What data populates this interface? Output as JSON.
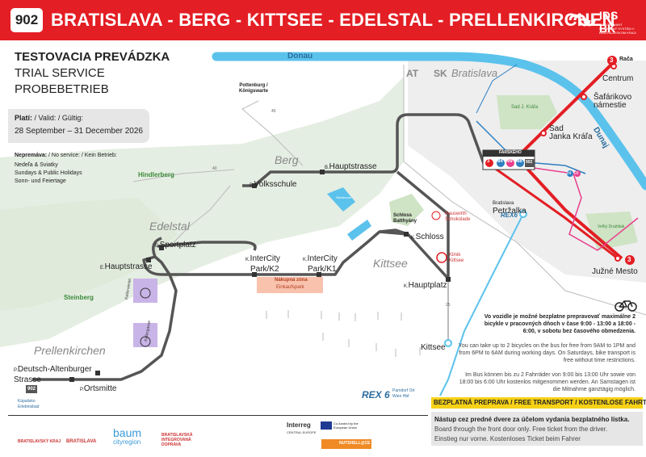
{
  "route_number": "902",
  "route_title": "BRATISLAVA - BERG - KITTSEE - EDELSTAL - PRELLENKIRCHEN",
  "brand": {
    "name": "IDS BK",
    "subtitle": "INTEGROVANÝ DOPRAVNÝ SYSTÉM V BRATISLAVSKOM KRAJI"
  },
  "service_titles": [
    "TESTOVACIA PREVÁDZKA",
    "TRIAL SERVICE",
    "PROBEBETRIEB"
  ],
  "validity": {
    "label": "Platí:",
    "label_rest": " / Valid: / Gültig:",
    "dates": "28 September – 31 December 2026"
  },
  "no_service": {
    "label": "Nepremáva:",
    "label_rest": " / No service: / Kein Betrieb:",
    "lines": [
      "Nedeľa & Sviatky",
      "Sundays & Public Holidays",
      "Sonn- und Feiertage"
    ]
  },
  "map": {
    "river": "Donau",
    "river2": "Dunaj",
    "border_at": "AT",
    "border_sk": "SK",
    "city": "Bratislava",
    "towns": {
      "berg": "Berg",
      "edelstal": "Edelstal",
      "kittsee": "Kittsee",
      "prellenkirchen": "Prellenkirchen"
    },
    "places": {
      "pottenburg": "Pottenburg / Königswarte",
      "hindlerberg": "Hindlerberg",
      "steinberg": "Steinberg",
      "schloss_batthyany": "Schloss Batthyány",
      "hauswirth": "Hauswirth Schokolade",
      "klinik": "Klinik Kittsee",
      "nakupna_zona": "Nákupná zóna",
      "einkaufspark": "Einkaufspark",
      "sad_kral": "Sad J. Kráľa",
      "velky_drazdiak": "Veľký Draždiak",
      "kupalisko": "Kúpalisko",
      "erlebnisbad": "Erlebnisbad",
      "kellergasse1": "Kellerviertel",
      "kellergasse2": "Kellergasse",
      "steinbruch": "Steinbruch"
    },
    "heights": {
      "h1": "45",
      "h2": "40",
      "h3": "25"
    },
    "stops": {
      "hauptstrasse_berg": {
        "prefix": "B.",
        "name": "Hauptstrasse"
      },
      "volksschule": {
        "prefix": "B.",
        "name": "Volksschule"
      },
      "sportplatz": {
        "prefix": "E.",
        "name": "Sportplatz"
      },
      "hauptstrasse_edelstal": {
        "prefix": "E.",
        "name": "Hauptstrasse"
      },
      "intercity_k2": {
        "prefix": "K.",
        "name": "InterCity",
        "name2": "Park/K2"
      },
      "intercity_k1": {
        "prefix": "K.",
        "name": "InterCity",
        "name2": "Park/K1"
      },
      "schloss": {
        "prefix": "K.",
        "name": "Schloss"
      },
      "hauptplatz": {
        "prefix": "K.",
        "name": "Hauptplatz"
      },
      "kittsee": {
        "name": "Kittsee"
      },
      "deutsch_altenburger": {
        "prefix": "P.",
        "name": "Deutsch-Altenburger",
        "name2": "Strasse"
      },
      "ortsmitte": {
        "prefix": "P.",
        "name": "Ortsmitte"
      },
      "petrzalka": {
        "name": "Bratislava",
        "name2": "Petržalka"
      },
      "centrum": {
        "name": "Centrum"
      },
      "safarikovo": {
        "name": "Šafárikovo",
        "name2": "námestie"
      },
      "sad_janka": {
        "name": "Sad",
        "name2": "Janka Kráľa"
      },
      "juzne_mesto": {
        "name": "Južné Mesto"
      },
      "raca": {
        "name": "Rača"
      },
      "farskeho": {
        "name": "FARSKÉHO"
      }
    },
    "line_badges": [
      "3",
      "84",
      "99",
      "88",
      "902"
    ],
    "side_badges": [
      "84",
      "99"
    ],
    "tram": "3",
    "rex": {
      "name": "REX",
      "num": "6",
      "dest1": "Parndorf Ort",
      "dest2": "Wien Hbf"
    },
    "route_badge_small": "902"
  },
  "bikes": {
    "sk": "Vo vozidle je možné bezplatne prepravovať maximálne 2 bicykle v pracovných dňoch v čase 9:00 - 13:00 a 18:00 - 6:00, v sobotu bez časového obmedzenia.",
    "en": "You can take up to 2 bicycles on the bus for free from 9AM to 1PM and from 6PM to 6AM during working days. On Saturdays, bike transport is free without time restrictions.",
    "de": "Im Bus können bis zu 2 Fahrräder von 9:00 bis 13:00 Uhr sowie von 18:00 bis 6:00 Uhr kostenlos mitgenommen werden. An Samstagen ist die Mitnahme ganztägig möglich."
  },
  "free": {
    "heading": "BEZPLATNÁ PREPRAVA / FREE TRANSPORT / KOSTENLOSE FAHRT",
    "l1": "Nástup cez predné dvere za účelom vydania bezplatného lístka.",
    "l2": "Board through the front door only. Free ticket from the driver.",
    "l3": "Einstieg nur vorne. Kostenloses Ticket beim Fahrer"
  },
  "footer": {
    "logo1": "BRATISLAVSKÝ KRAJ",
    "logo2": "BRATISLAVA",
    "logo3a": "baum",
    "logo3b": "cityregion",
    "logo4": "BRATISLAVSKÁ INTEGROVANÁ DOPRAVA",
    "interreg": "Interreg",
    "interreg_sub": "CENTRAL EUROPE",
    "eu": "Co-funded by the European Union",
    "nutshell": "NUTSHELL@CE"
  },
  "colors": {
    "red": "#e31e24",
    "river": "#5bc2ec",
    "forest": "#dfeadb",
    "route": "#555555",
    "blue_line": "#2f7fc1",
    "pink": "#e83e8c",
    "orange": "#f08a24",
    "yellow": "#f7d117"
  }
}
